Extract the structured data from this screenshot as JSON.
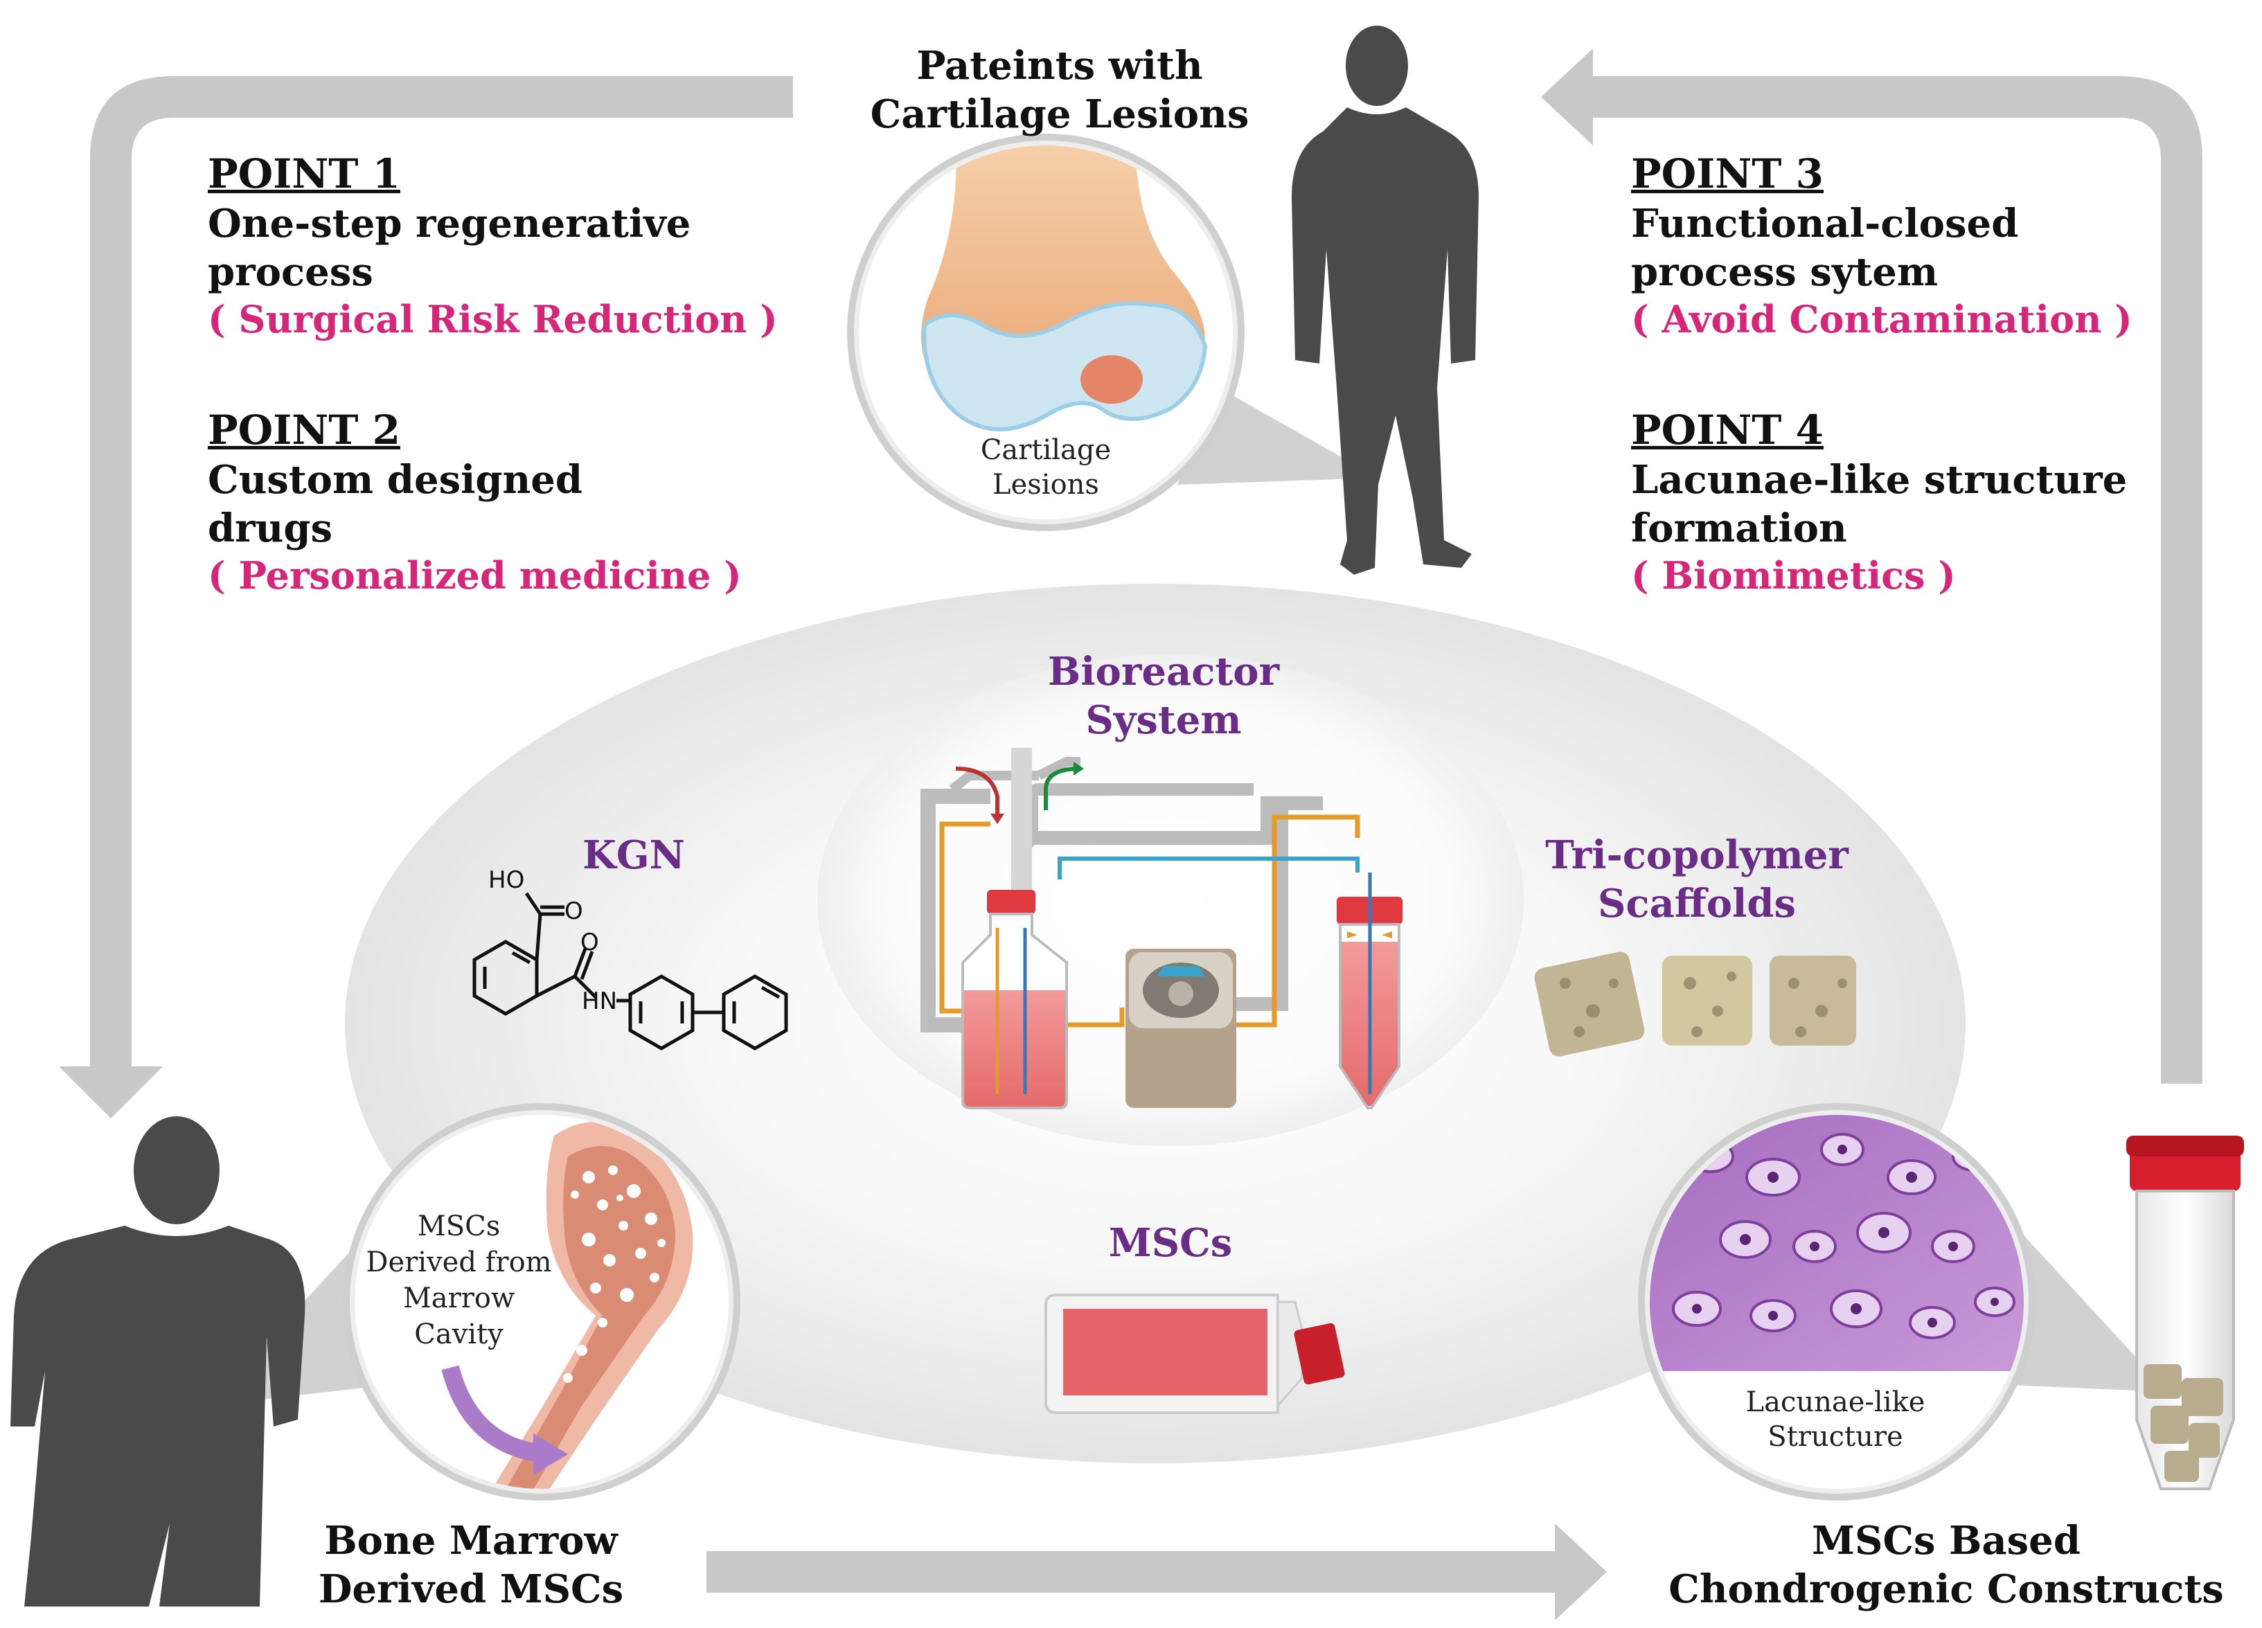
{
  "top_title": {
    "line1": "Pateints with",
    "line2": "Cartilage Lesions"
  },
  "points": [
    {
      "head": "POINT 1",
      "desc1": "One-step regenerative",
      "desc2": "process",
      "note": "( Surgical Risk Reduction )"
    },
    {
      "head": "POINT 2",
      "desc1": "Custom designed",
      "desc2": "drugs",
      "note": "( Personalized medicine )"
    },
    {
      "head": "POINT 3",
      "desc1": "Functional-closed",
      "desc2": "process sytem",
      "note": "( Avoid Contamination )"
    },
    {
      "head": "POINT 4",
      "desc1": "Lacunae-like structure",
      "desc2": "formation",
      "note": "( Biomimetics )"
    }
  ],
  "cartilage_label": {
    "line1": "Cartilage",
    "line2": "Lesions"
  },
  "bioreactor": {
    "line1": "Bioreactor",
    "line2": "System"
  },
  "kgn": {
    "label": "KGN",
    "ho": "HO",
    "o1": "O",
    "o2": "O",
    "hn": "HN"
  },
  "scaffolds": {
    "line1": "Tri-copolymer",
    "line2": "Scaffolds"
  },
  "msc_flask": "MSCs",
  "marrow_label": {
    "line1": "MSCs",
    "line2": "Derived from",
    "line3": "Marrow",
    "line4": "Cavity"
  },
  "lacunae_label": {
    "line1": "Lacunae-like",
    "line2": "Structure"
  },
  "bottom_left": {
    "line1": "Bone Marrow",
    "line2": "Derived MSCs"
  },
  "bottom_right": {
    "line1": "MSCs Based",
    "line2": "Chondrogenic Constructs"
  },
  "colors": {
    "accent_pink": "#d6267a",
    "accent_purple": "#6a2d86",
    "arrow_grey": "#c8c8c8",
    "silhouette": "#4a4a4a"
  }
}
